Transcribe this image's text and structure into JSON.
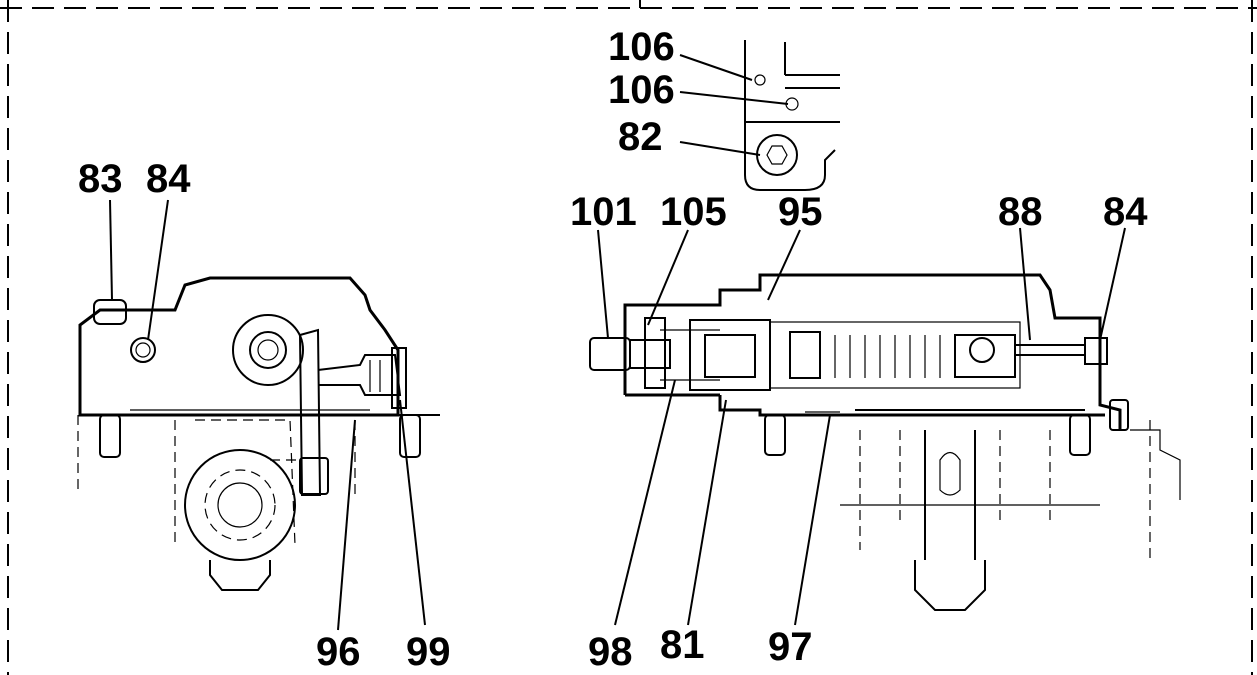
{
  "callouts": {
    "c106a": "106",
    "c106b": "106",
    "c82": "82",
    "c83": "83",
    "c84_left": "84",
    "c101": "101",
    "c105": "105",
    "c95": "95",
    "c88": "88",
    "c84_right": "84",
    "c96": "96",
    "c99": "99",
    "c98": "98",
    "c81": "81",
    "c97": "97"
  },
  "colors": {
    "line": "#000000",
    "background": "#ffffff"
  }
}
